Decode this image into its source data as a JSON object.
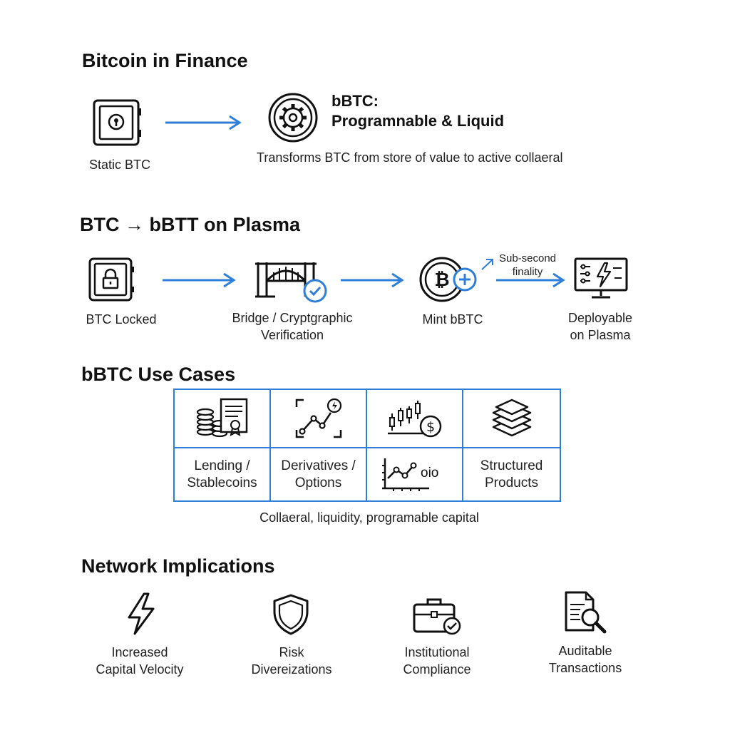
{
  "section1": {
    "title": "Bitcoin in Finance",
    "static_label": "Static BTC",
    "bbtc_title_line1": "bBTC:",
    "bbtc_title_line2": "Programnable & Liquid",
    "description": "Transforms BTC from store of value to active collaeral"
  },
  "section2": {
    "title": "BTC → bBTT on Plasma",
    "steps": [
      {
        "label": "BTC Locked"
      },
      {
        "label_line1": "Bridge / Cryptgraphic",
        "label_line2": "Verification"
      },
      {
        "label": "Mint bBTC"
      },
      {
        "label_line1": "Deployable",
        "label_line2": "on Plasma"
      }
    ],
    "annotation_line1": "Sub-second",
    "annotation_line2": "finality"
  },
  "section3": {
    "title": "bBTC Use Cases",
    "cells": [
      {
        "line1": "Lending /",
        "line2": "Stablecoins"
      },
      {
        "line1": "Derivatives /",
        "line2": "Options"
      },
      {
        "line1": "Structured",
        "line2": "Products"
      }
    ],
    "chart_text": "oio",
    "caption": "Collaeral, liquidity, programable capital"
  },
  "section4": {
    "title": "Network Implications",
    "items": [
      {
        "line1": "Increased",
        "line2": "Capital Velocity"
      },
      {
        "line1": "Risk",
        "line2": "Divereizations"
      },
      {
        "line1": "Institutional",
        "line2": "Compliance"
      },
      {
        "line1": "Auditable",
        "line2": "Transactions"
      }
    ]
  },
  "colors": {
    "accent": "#2f7ed8",
    "text": "#1a1a1a"
  }
}
